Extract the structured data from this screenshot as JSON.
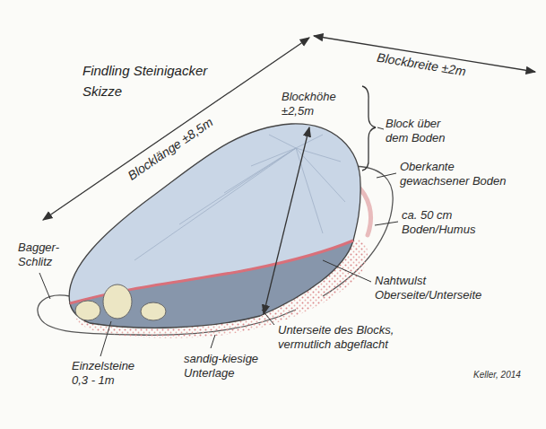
{
  "diagram": {
    "title": "Findling Steinigacker Skizze",
    "labels": [
      "Blocklänge ±8,5m",
      "Blockbreite ±2m",
      "Blockhöhe ±2,5m",
      "Block über dem Boden",
      "Oberkante gewachsener Boden",
      "ca. 50 cm Boden/Humus",
      "Nahtwulst Oberseite/Unterseite",
      "Unterseite des Blocks, vermutlich abgeflacht",
      "sandig-kiesige Unterlage",
      "Einzelsteine 0,3 - 1m",
      "Bagger-Schlitz",
      "Keller, 2014"
    ]
  }
}
